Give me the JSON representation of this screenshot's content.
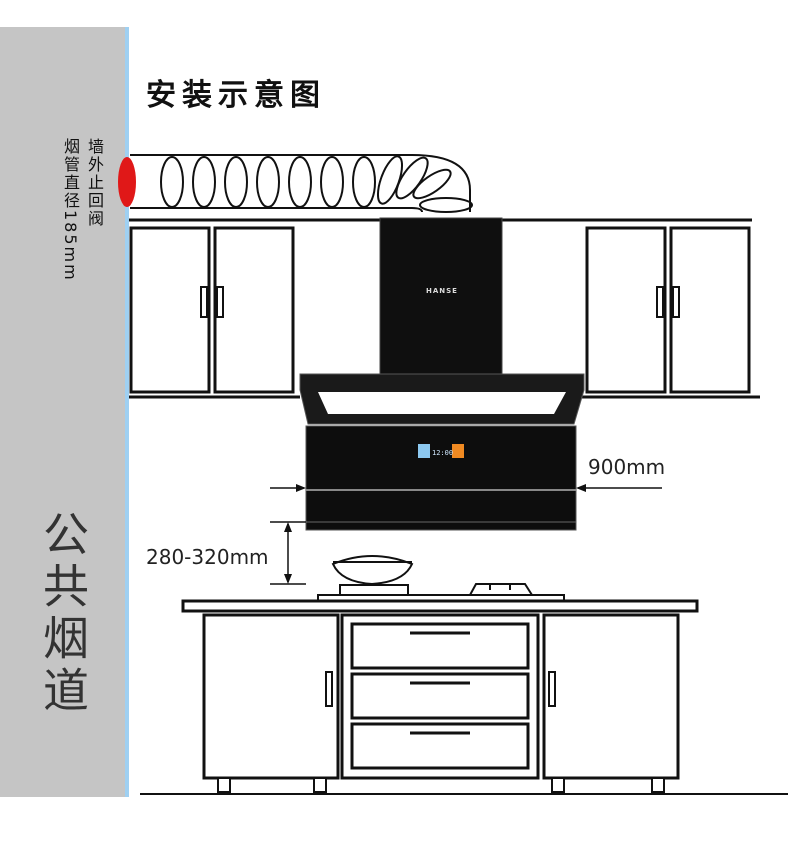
{
  "title": "安装示意图",
  "wall_note_1": "墙外止回阀",
  "wall_note_2": "烟管直径185mm",
  "flue_label": "公共烟道",
  "brand": "HANSE",
  "width_label": "900mm",
  "height_label": "280-320mm",
  "display_time": "12:00",
  "colors": {
    "wall": "#c5c5c5",
    "wall_edge": "#9fd0f2",
    "valve": "#e01818",
    "hood": "#0f0f0f",
    "button": "#f08a22",
    "line": "#111111"
  }
}
